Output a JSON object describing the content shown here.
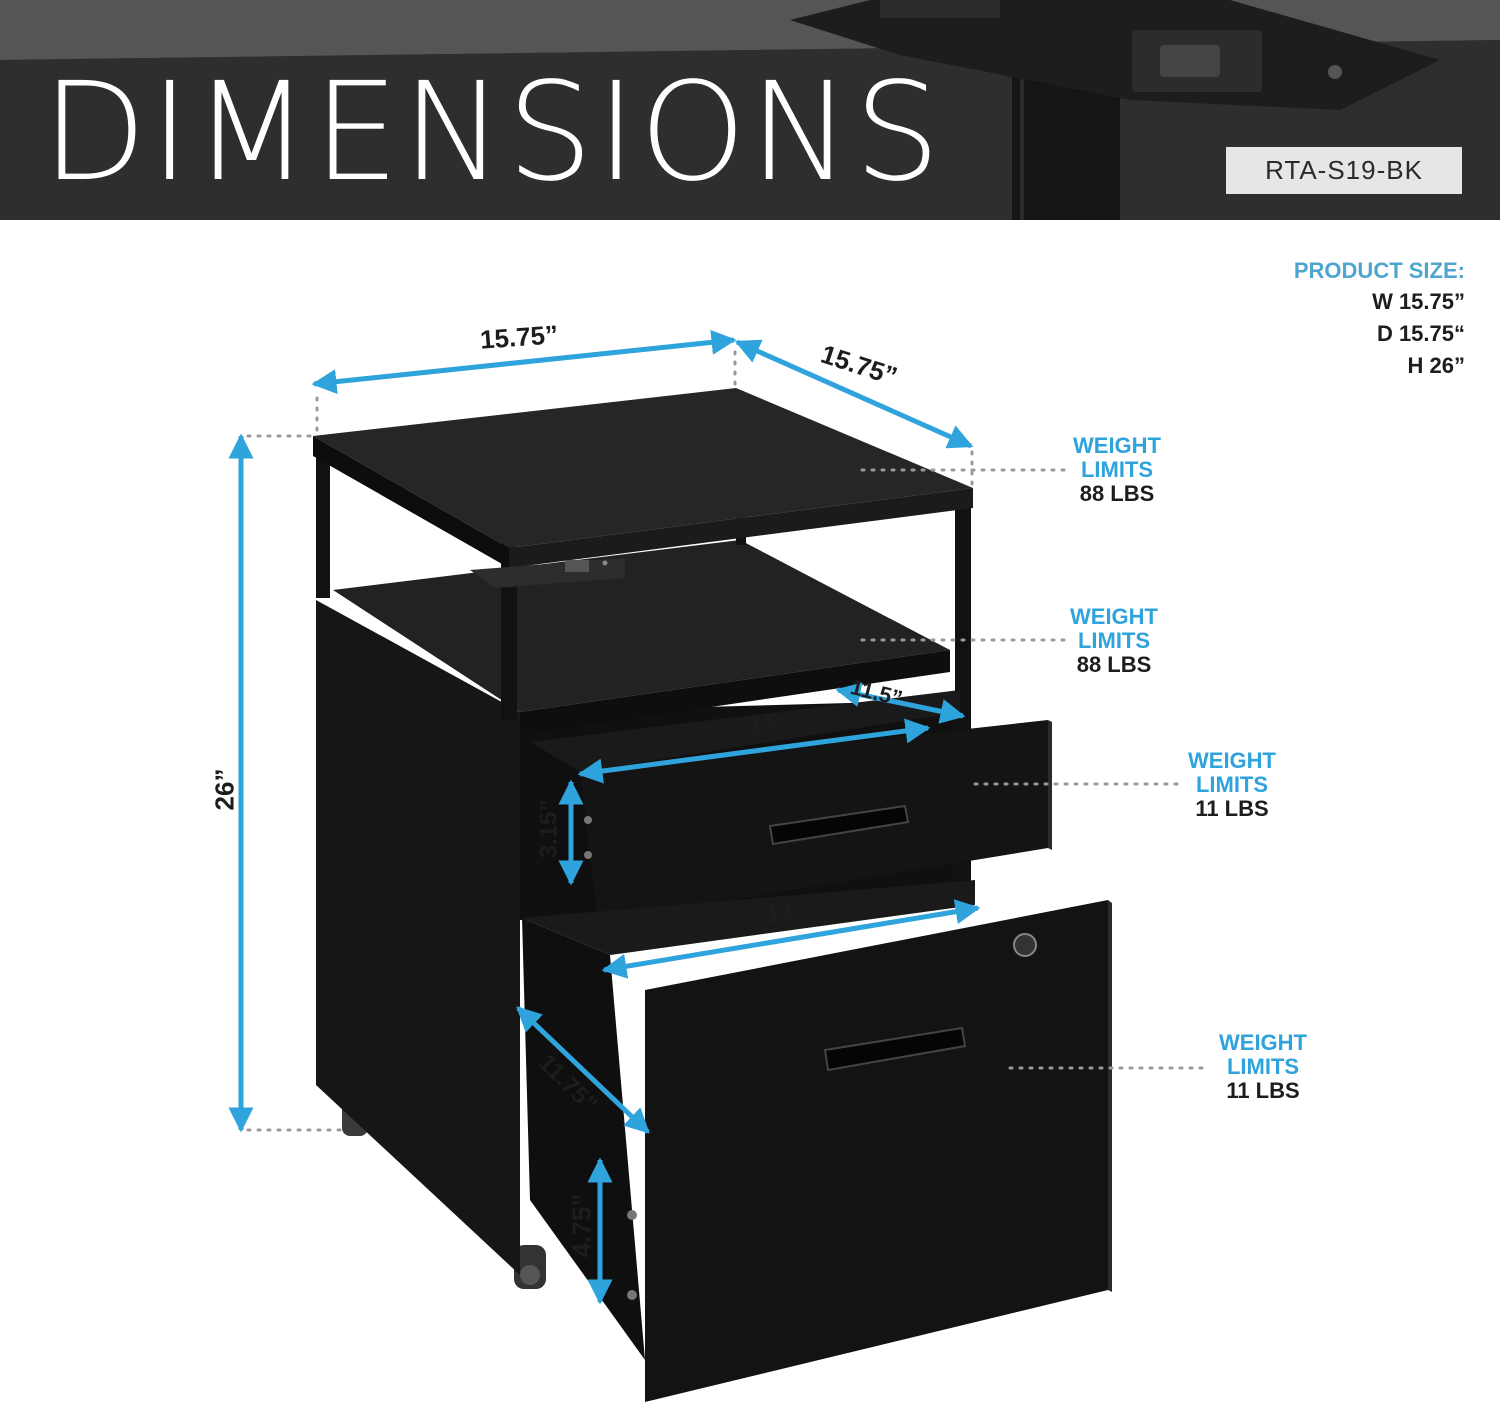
{
  "header": {
    "title": "DIMENSIONS",
    "model": "RTA-S19-BK"
  },
  "product_size": {
    "heading": "PRODUCT SIZE:",
    "width": "W 15.75”",
    "depth": "D 15.75“",
    "height": "H 26”"
  },
  "dimensions": {
    "top_width": "15.75”",
    "top_depth": "15.75”",
    "total_height": "26”",
    "drawer1_width": "13”",
    "drawer1_depth": "11.5”",
    "drawer1_height": "3.15”",
    "drawer2_width": "13”",
    "drawer2_depth": "11.75”",
    "drawer2_height": "4.75”"
  },
  "weight_limits": [
    {
      "line1": "WEIGHT",
      "line2": "LIMITS",
      "value": "88 LBS"
    },
    {
      "line1": "WEIGHT",
      "line2": "LIMITS",
      "value": "88 LBS"
    },
    {
      "line1": "WEIGHT",
      "line2": "LIMITS",
      "value": "11 LBS"
    },
    {
      "line1": "WEIGHT",
      "line2": "LIMITS",
      "value": "11 LBS"
    }
  ],
  "colors": {
    "accent": "#2fa3dc",
    "cabinet": "#151515",
    "banner": "#3c3c3c"
  }
}
